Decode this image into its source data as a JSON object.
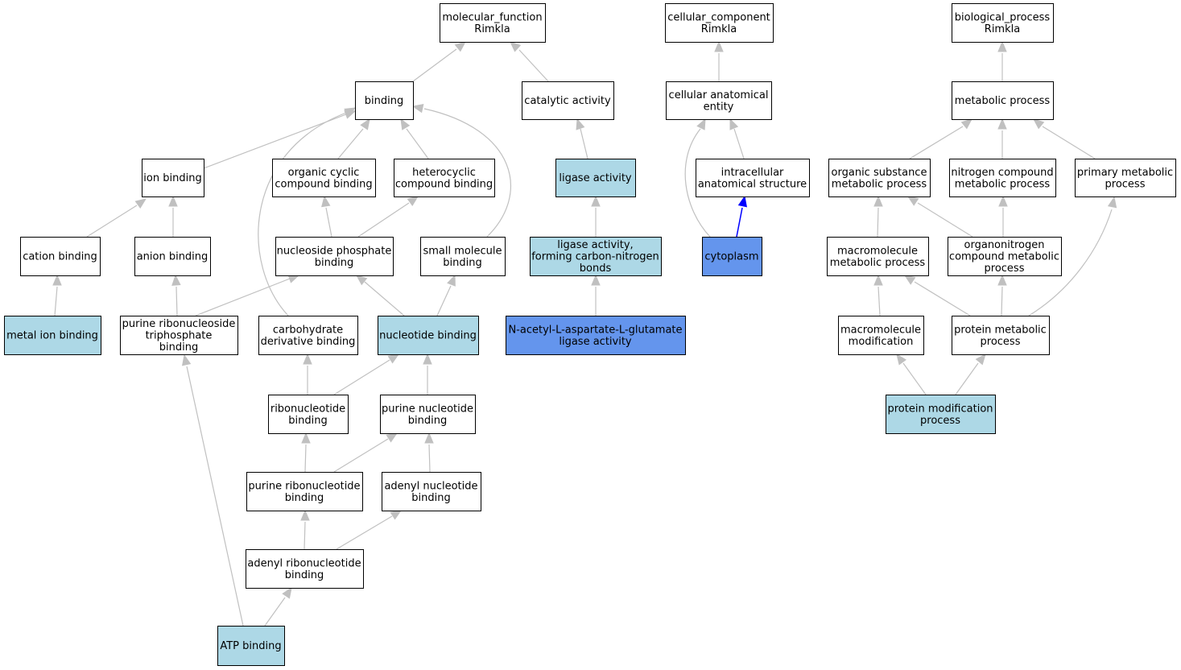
{
  "colors": {
    "background": "#ffffff",
    "node_default": "#ffffff",
    "node_annotated": "#add8e6",
    "node_target": "#6495ed",
    "node_border": "#000000",
    "edge_default": "#c0c0c0",
    "edge_highlight": "#0000ff"
  },
  "nodes": [
    {
      "id": "mf_root",
      "lines": [
        "molecular_function",
        "Rimkla"
      ],
      "style": "default"
    },
    {
      "id": "cc_root",
      "lines": [
        "cellular_component",
        "Rimkla"
      ],
      "style": "default"
    },
    {
      "id": "bp_root",
      "lines": [
        "biological_process",
        "Rimkla"
      ],
      "style": "default"
    },
    {
      "id": "binding",
      "lines": [
        "binding"
      ],
      "style": "default"
    },
    {
      "id": "catalytic",
      "lines": [
        "catalytic activity"
      ],
      "style": "default"
    },
    {
      "id": "cell_anat",
      "lines": [
        "cellular anatomical",
        "entity"
      ],
      "style": "default"
    },
    {
      "id": "metabolic",
      "lines": [
        "metabolic process"
      ],
      "style": "default"
    },
    {
      "id": "ion_binding",
      "lines": [
        "ion binding"
      ],
      "style": "default"
    },
    {
      "id": "org_cyclic",
      "lines": [
        "organic cyclic",
        "compound binding"
      ],
      "style": "default"
    },
    {
      "id": "heterocyclic",
      "lines": [
        "heterocyclic",
        "compound binding"
      ],
      "style": "default"
    },
    {
      "id": "ligase",
      "lines": [
        "ligase activity"
      ],
      "style": "annotated"
    },
    {
      "id": "intracellular",
      "lines": [
        "intracellular",
        "anatomical structure"
      ],
      "style": "default"
    },
    {
      "id": "org_subst",
      "lines": [
        "organic substance",
        "metabolic process"
      ],
      "style": "default"
    },
    {
      "id": "nitrogen",
      "lines": [
        "nitrogen compound",
        "metabolic process"
      ],
      "style": "default"
    },
    {
      "id": "primary",
      "lines": [
        "primary metabolic",
        "process"
      ],
      "style": "default"
    },
    {
      "id": "cation",
      "lines": [
        "cation binding"
      ],
      "style": "default"
    },
    {
      "id": "anion",
      "lines": [
        "anion binding"
      ],
      "style": "default"
    },
    {
      "id": "nucleoside_phos",
      "lines": [
        "nucleoside phosphate",
        "binding"
      ],
      "style": "default"
    },
    {
      "id": "small_mol",
      "lines": [
        "small molecule",
        "binding"
      ],
      "style": "default"
    },
    {
      "id": "ligase_cn",
      "lines": [
        "ligase activity,",
        "forming carbon-nitrogen",
        "bonds"
      ],
      "style": "annotated"
    },
    {
      "id": "cytoplasm",
      "lines": [
        "cytoplasm"
      ],
      "style": "target"
    },
    {
      "id": "macromol",
      "lines": [
        "macromolecule",
        "metabolic process"
      ],
      "style": "default"
    },
    {
      "id": "organonitrogen",
      "lines": [
        "organonitrogen",
        "compound metabolic",
        "process"
      ],
      "style": "default"
    },
    {
      "id": "metal_ion",
      "lines": [
        "metal ion binding"
      ],
      "style": "annotated"
    },
    {
      "id": "purine_rns_tp",
      "lines": [
        "purine ribonucleoside",
        "triphosphate",
        "binding"
      ],
      "style": "default"
    },
    {
      "id": "carb_deriv",
      "lines": [
        "carbohydrate",
        "derivative binding"
      ],
      "style": "default"
    },
    {
      "id": "nucleotide",
      "lines": [
        "nucleotide binding"
      ],
      "style": "annotated"
    },
    {
      "id": "nal_glu",
      "lines": [
        "N-acetyl-L-aspartate-L-glutamate",
        "ligase activity"
      ],
      "style": "target"
    },
    {
      "id": "macromol_mod",
      "lines": [
        "macromolecule",
        "modification"
      ],
      "style": "default"
    },
    {
      "id": "protein_met",
      "lines": [
        "protein metabolic",
        "process"
      ],
      "style": "default"
    },
    {
      "id": "ribonucleotide",
      "lines": [
        "ribonucleotide",
        "binding"
      ],
      "style": "default"
    },
    {
      "id": "purine_nt",
      "lines": [
        "purine nucleotide",
        "binding"
      ],
      "style": "default"
    },
    {
      "id": "protein_mod",
      "lines": [
        "protein modification",
        "process"
      ],
      "style": "annotated"
    },
    {
      "id": "purine_rnt",
      "lines": [
        "purine ribonucleotide",
        "binding"
      ],
      "style": "default"
    },
    {
      "id": "adenyl_nt",
      "lines": [
        "adenyl nucleotide",
        "binding"
      ],
      "style": "default"
    },
    {
      "id": "adenyl_rnt",
      "lines": [
        "adenyl ribonucleotide",
        "binding"
      ],
      "style": "default"
    },
    {
      "id": "atp",
      "lines": [
        "ATP binding"
      ],
      "style": "annotated"
    }
  ],
  "edges": [
    {
      "from": "binding",
      "to": "mf_root"
    },
    {
      "from": "catalytic",
      "to": "mf_root"
    },
    {
      "from": "ligase",
      "to": "catalytic"
    },
    {
      "from": "ligase_cn",
      "to": "ligase"
    },
    {
      "from": "nal_glu",
      "to": "ligase_cn"
    },
    {
      "from": "cell_anat",
      "to": "cc_root"
    },
    {
      "from": "intracellular",
      "to": "cell_anat"
    },
    {
      "from": "cytoplasm",
      "to": "cell_anat"
    },
    {
      "from": "cytoplasm",
      "to": "intracellular",
      "highlight": true
    },
    {
      "from": "metabolic",
      "to": "bp_root"
    },
    {
      "from": "org_subst",
      "to": "metabolic"
    },
    {
      "from": "nitrogen",
      "to": "metabolic"
    },
    {
      "from": "primary",
      "to": "metabolic"
    },
    {
      "from": "macromol",
      "to": "org_subst"
    },
    {
      "from": "organonitrogen",
      "to": "org_subst"
    },
    {
      "from": "organonitrogen",
      "to": "nitrogen"
    },
    {
      "from": "macromol_mod",
      "to": "macromol"
    },
    {
      "from": "protein_met",
      "to": "macromol"
    },
    {
      "from": "protein_met",
      "to": "organonitrogen"
    },
    {
      "from": "protein_met",
      "to": "primary"
    },
    {
      "from": "protein_mod",
      "to": "macromol_mod"
    },
    {
      "from": "protein_mod",
      "to": "protein_met"
    },
    {
      "from": "ion_binding",
      "to": "binding"
    },
    {
      "from": "org_cyclic",
      "to": "binding"
    },
    {
      "from": "heterocyclic",
      "to": "binding"
    },
    {
      "from": "carb_deriv",
      "to": "binding"
    },
    {
      "from": "small_mol",
      "to": "binding"
    },
    {
      "from": "cation",
      "to": "ion_binding"
    },
    {
      "from": "anion",
      "to": "ion_binding"
    },
    {
      "from": "metal_ion",
      "to": "cation"
    },
    {
      "from": "purine_rns_tp",
      "to": "anion"
    },
    {
      "from": "purine_rns_tp",
      "to": "nucleoside_phos"
    },
    {
      "from": "nucleoside_phos",
      "to": "org_cyclic"
    },
    {
      "from": "nucleoside_phos",
      "to": "heterocyclic"
    },
    {
      "from": "nucleotide",
      "to": "nucleoside_phos"
    },
    {
      "from": "nucleotide",
      "to": "small_mol"
    },
    {
      "from": "ribonucleotide",
      "to": "carb_deriv"
    },
    {
      "from": "ribonucleotide",
      "to": "nucleotide"
    },
    {
      "from": "purine_nt",
      "to": "nucleotide"
    },
    {
      "from": "purine_rnt",
      "to": "ribonucleotide"
    },
    {
      "from": "purine_rnt",
      "to": "purine_nt"
    },
    {
      "from": "adenyl_nt",
      "to": "purine_nt"
    },
    {
      "from": "adenyl_rnt",
      "to": "purine_rnt"
    },
    {
      "from": "adenyl_rnt",
      "to": "adenyl_nt"
    },
    {
      "from": "atp",
      "to": "adenyl_rnt"
    },
    {
      "from": "atp",
      "to": "purine_rns_tp"
    }
  ]
}
